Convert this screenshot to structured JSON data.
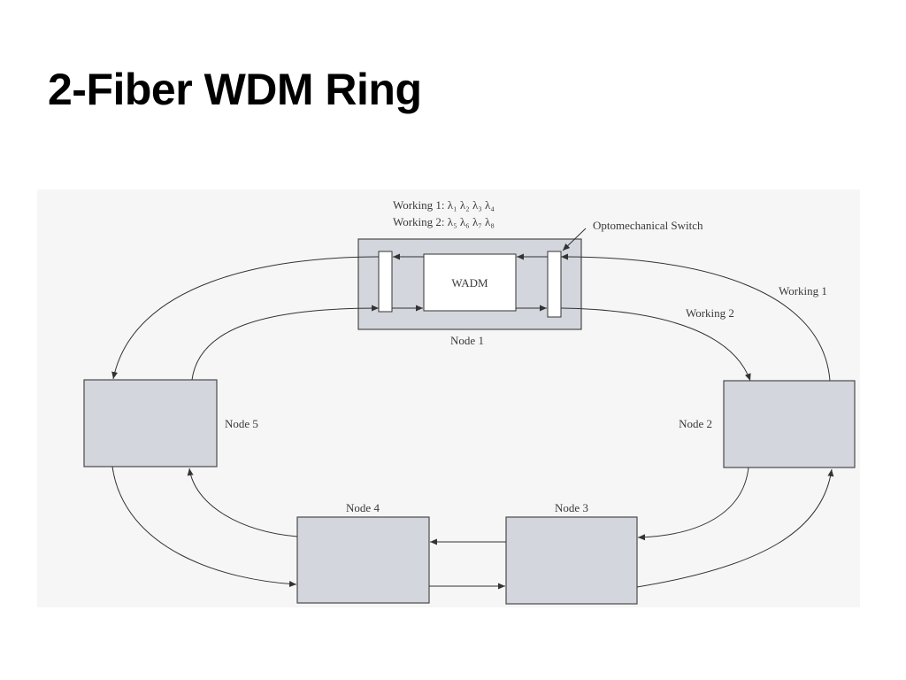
{
  "slide": {
    "title": "2-Fiber WDM Ring"
  },
  "diagram": {
    "working1_wavelengths": "Working 1: λ₁ λ₂ λ₃ λ₄",
    "working2_wavelengths": "Working 2: λ₅ λ₆ λ₇ λ₈",
    "switch_label": "Optomechanical Switch",
    "wadm_label": "WADM",
    "ring1_label": "Working 1",
    "ring2_label": "Working 2",
    "nodes": {
      "node1": "Node 1",
      "node2": "Node 2",
      "node3": "Node 3",
      "node4": "Node 4",
      "node5": "Node 5"
    }
  },
  "colors": {
    "node_fill": "#d3d6dc",
    "panel_bg": "#f6f6f6",
    "line": "#333333"
  }
}
